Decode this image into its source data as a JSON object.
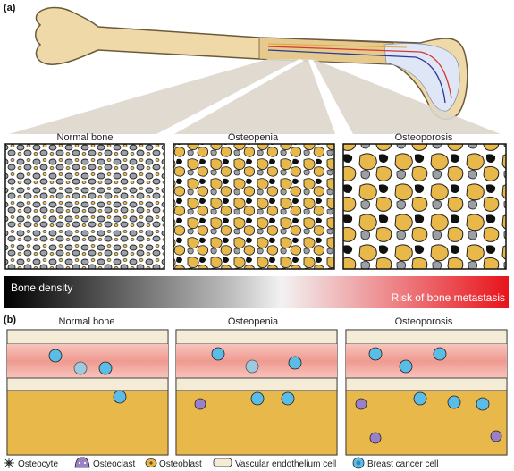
{
  "panel_a": {
    "tag": "(a)",
    "stages": [
      {
        "label": "Normal bone"
      },
      {
        "label": "Osteopenia"
      },
      {
        "label": "Osteoporosis"
      }
    ],
    "gradient_left_label": "Bone density",
    "gradient_right_label": "Risk of bone metastasis"
  },
  "panel_b": {
    "tag": "(b)",
    "stages": [
      {
        "label": "Normal bone"
      },
      {
        "label": "Osteopenia"
      },
      {
        "label": "Osteoporosis"
      }
    ]
  },
  "legend": [
    {
      "label": "Osteocyte",
      "icon": "osteocyte-icon"
    },
    {
      "label": "Osteoclast",
      "icon": "osteoclast-icon"
    },
    {
      "label": "Osteoblast",
      "icon": "osteoblast-icon"
    },
    {
      "label": "Vascular endothelium cell",
      "icon": "endothelium-cell-icon"
    },
    {
      "label": "Breast cancer cell",
      "icon": "breast-cancer-cell-icon"
    }
  ],
  "colors": {
    "bone": "#f0d9a8",
    "bone_outline": "#6b5a3a",
    "trabecula_gray": "#9aa0a6",
    "marrow_yellow": "#e8b84a",
    "vessel_pink": "#f2a7a0",
    "cancer_blue": "#5bbde6",
    "osteoclast_purple": "#9b7fc9",
    "gradient_red": "#e8141b",
    "panel_beige": "#ddd6cc"
  }
}
